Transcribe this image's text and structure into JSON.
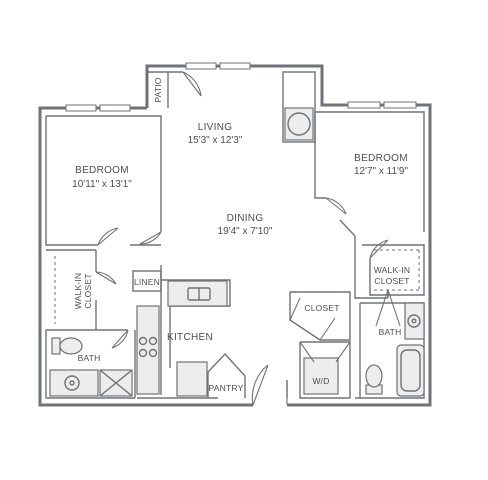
{
  "floorplan": {
    "rooms": [
      {
        "id": "living",
        "name": "LIVING",
        "dims": "15'3\" x 12'3\""
      },
      {
        "id": "bedroom-left",
        "name": "BEDROOM",
        "dims": "10'11\" x 13'1\""
      },
      {
        "id": "bedroom-right",
        "name": "BEDROOM",
        "dims": "12'7\" x 11'9\""
      },
      {
        "id": "dining",
        "name": "DINING",
        "dims": "19'4\" x 7'10\""
      },
      {
        "id": "kitchen",
        "name": "KITCHEN"
      }
    ],
    "labels": {
      "patio": "PATIO",
      "walkin_left_line1": "WALK-IN",
      "walkin_left_line2": "CLOSET",
      "walkin_right_line1": "WALK-IN",
      "walkin_right_line2": "CLOSET",
      "linen": "LINEN",
      "closet": "CLOSET",
      "bath_left": "BATH",
      "bath_right": "BATH",
      "pantry": "PANTRY",
      "wd": "W/D"
    },
    "colors": {
      "wall": "#6d7379",
      "fixture": "#ededed",
      "text": "#4a4f55"
    }
  }
}
